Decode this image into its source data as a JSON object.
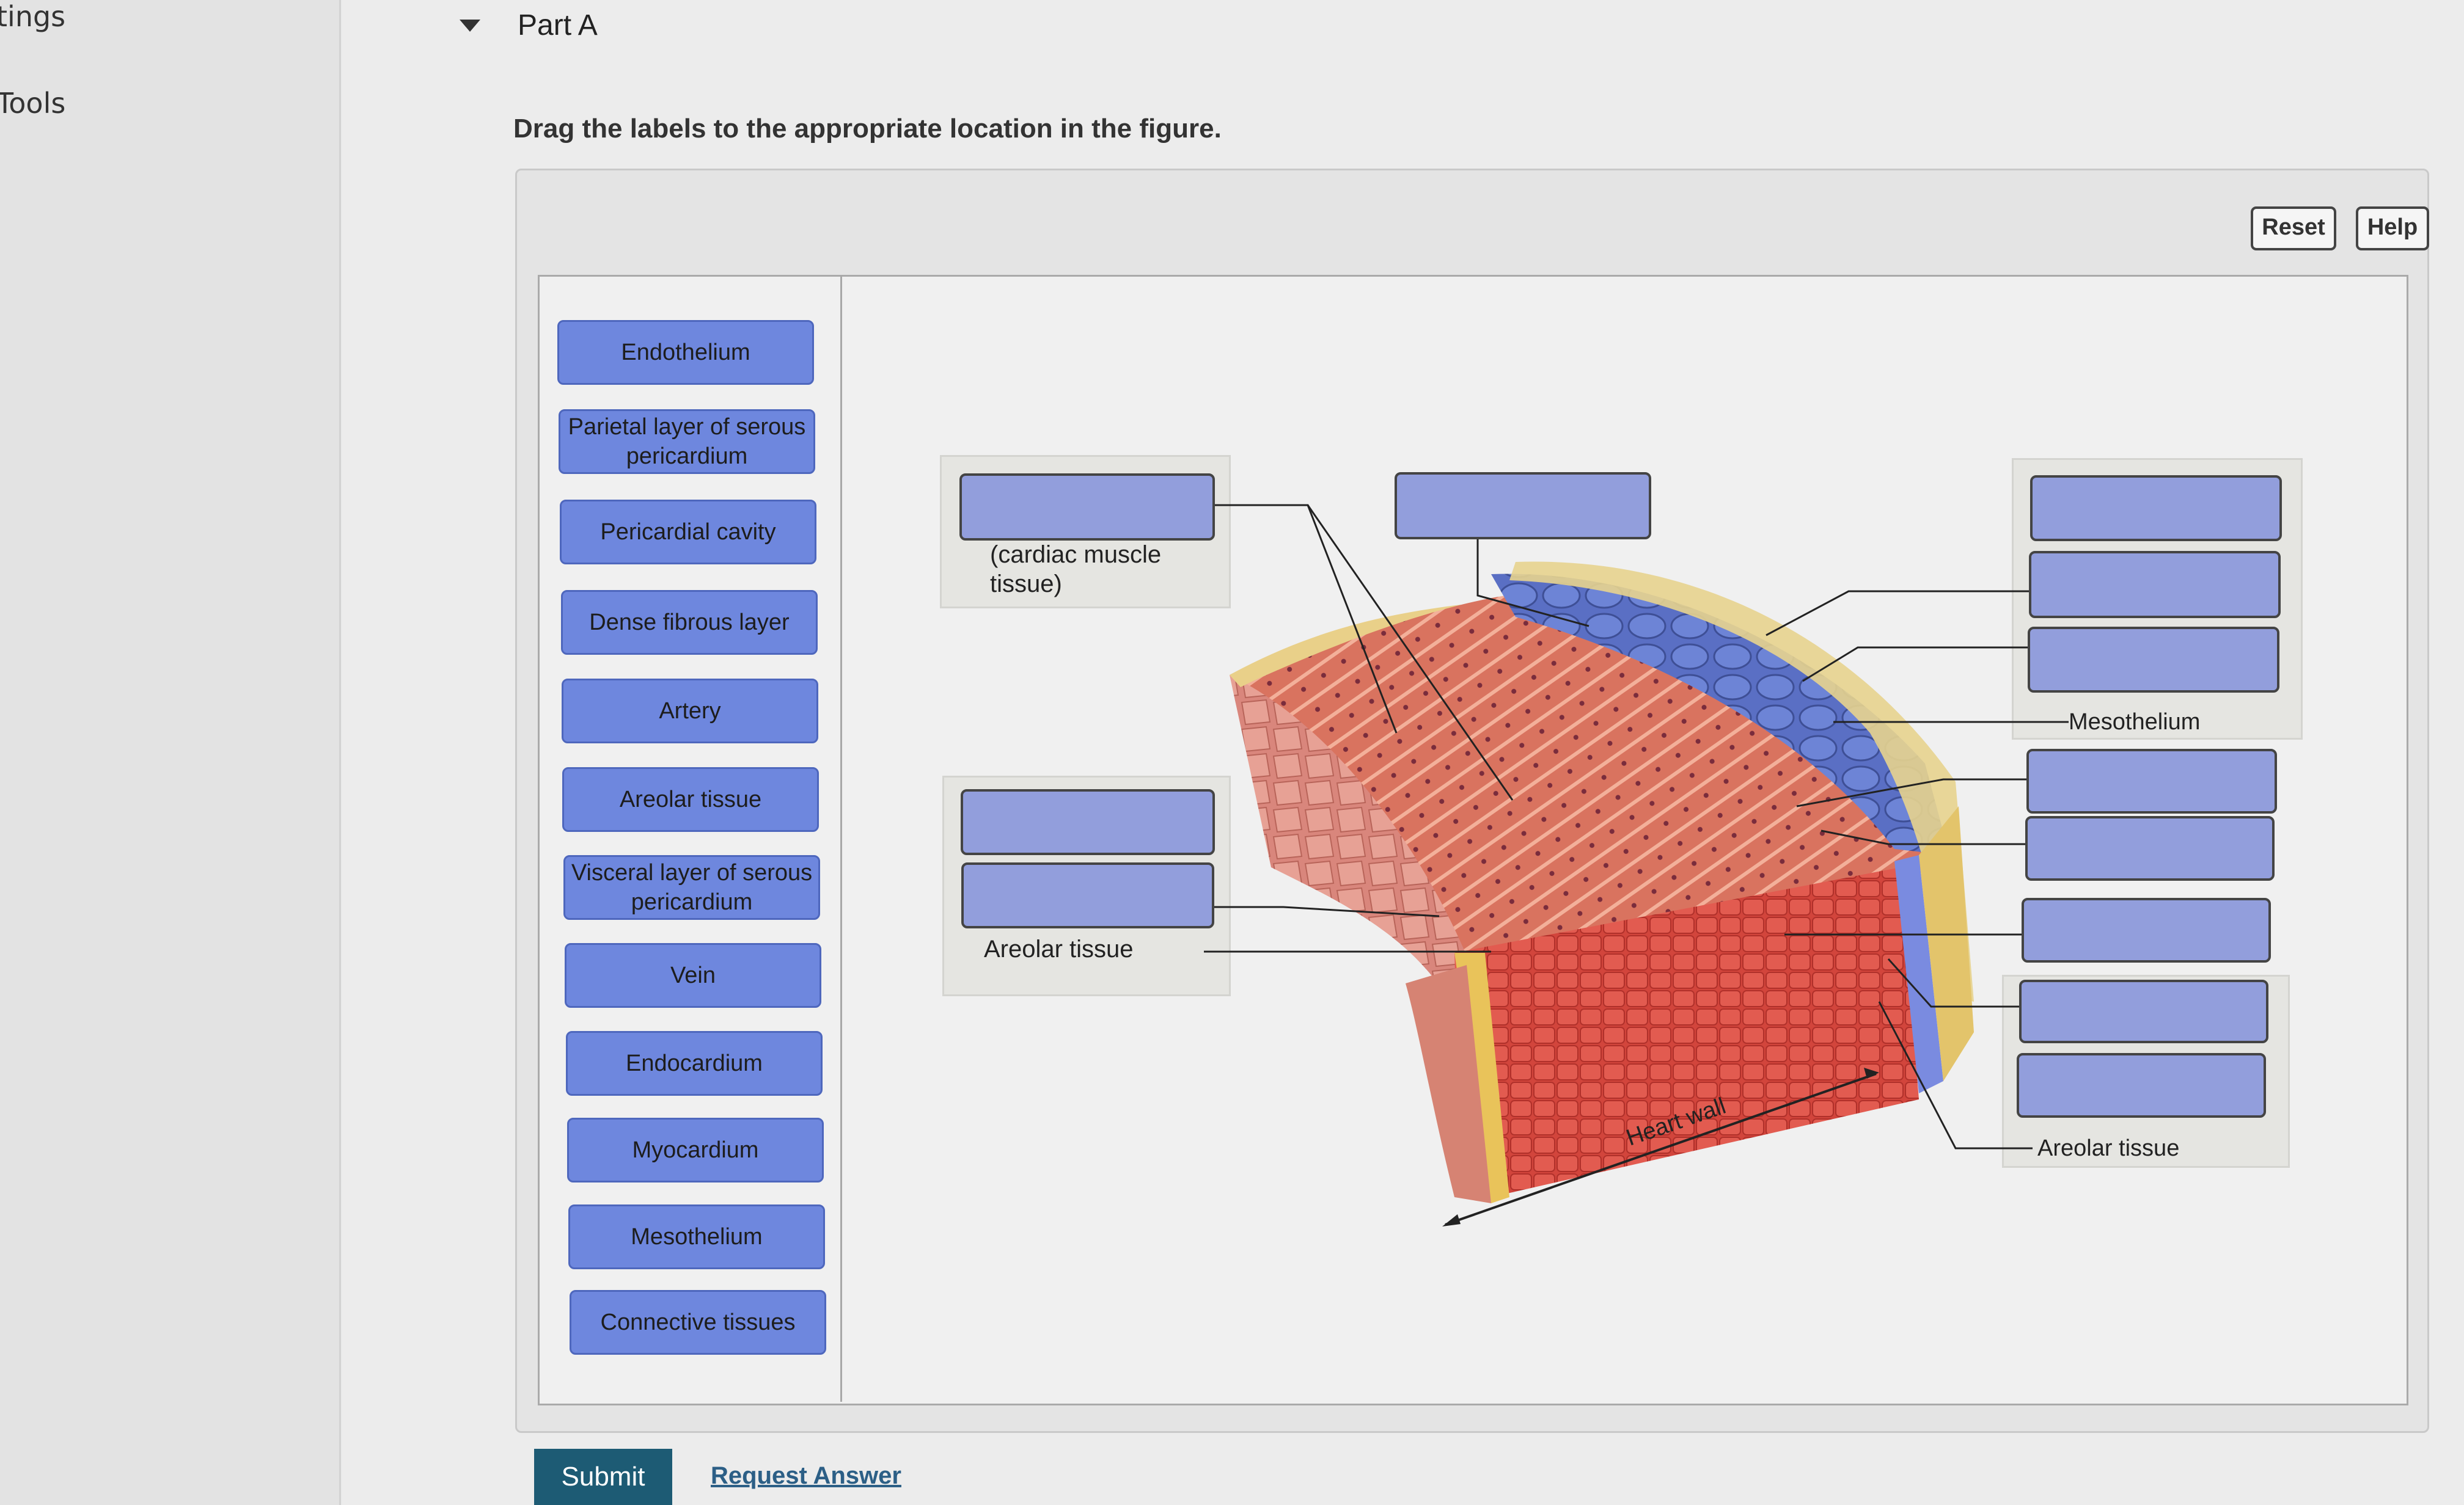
{
  "sidebar": {
    "items": [
      {
        "label": "tings"
      },
      {
        "label": "Tools"
      }
    ]
  },
  "header": {
    "part_title": "Part A",
    "instruction": "Drag the labels to the appropriate location in the figure."
  },
  "toolbar": {
    "reset_label": "Reset",
    "help_label": "Help"
  },
  "labels": [
    "Endothelium",
    "Parietal layer of serous pericardium",
    "Pericardial cavity",
    "Dense fibrous layer",
    "Artery",
    "Areolar tissue",
    "Visceral layer of serous pericardium",
    "Vein",
    "Endocardium",
    "Myocardium",
    "Mesothelium",
    "Connective tissues"
  ],
  "figure": {
    "cardiac_caption": "(cardiac muscle tissue)",
    "areolar_left": "Areolar  tissue",
    "mesothelium": "Mesothelium",
    "areolar_right": "Areolar tissue",
    "heart_wall": "Heart wall"
  },
  "footer": {
    "submit_label": "Submit",
    "request_label": "Request Answer"
  }
}
